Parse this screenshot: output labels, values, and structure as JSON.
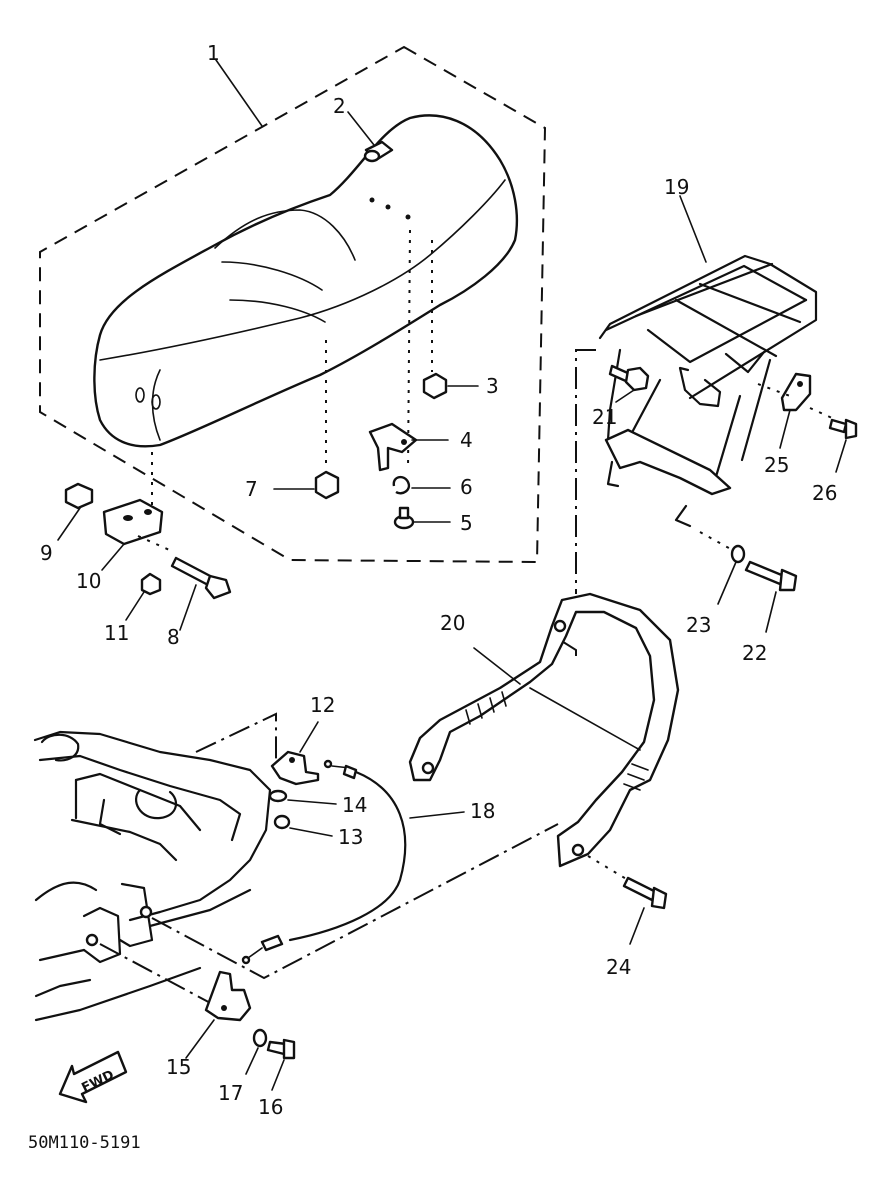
{
  "callouts": [
    "1",
    "2",
    "3",
    "4",
    "5",
    "6",
    "7",
    "8",
    "9",
    "10",
    "11",
    "12",
    "13",
    "14",
    "15",
    "16",
    "17",
    "18",
    "19",
    "20",
    "21",
    "22",
    "23",
    "24",
    "25",
    "26"
  ],
  "direction_label": "FWD",
  "drawing_code": "50M110-5191"
}
